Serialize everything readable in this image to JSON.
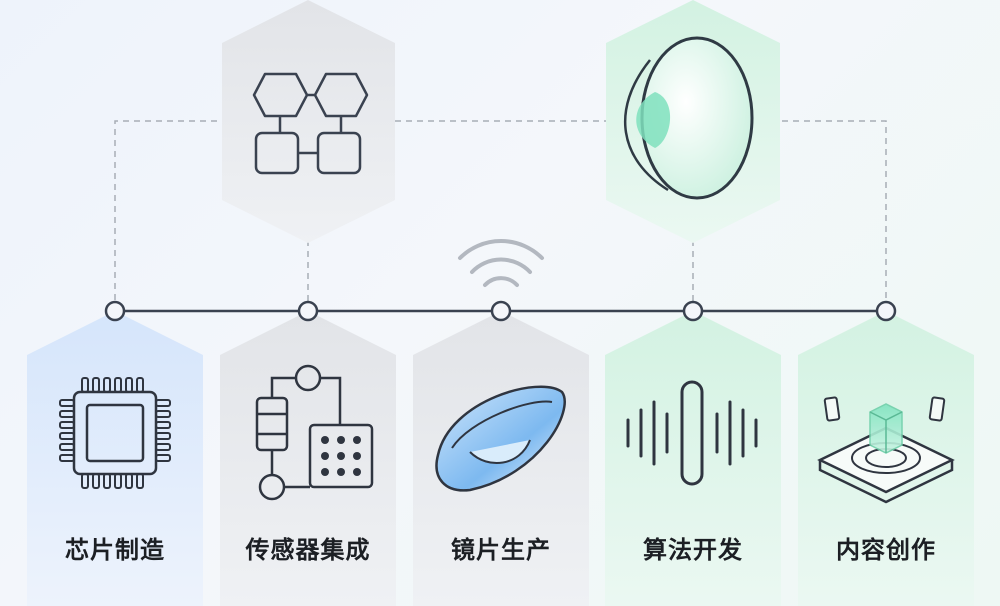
{
  "cards": [
    {
      "label": "芯片制造",
      "icon": "chip-icon",
      "tint": "#dbe8fb"
    },
    {
      "label": "传感器集成",
      "icon": "sensor-circuit-icon",
      "tint": "#e6e8ec"
    },
    {
      "label": "镜片生产",
      "icon": "lens-icon",
      "tint": "#e8eaee"
    },
    {
      "label": "算法开发",
      "icon": "waveform-icon",
      "tint": "#dcf3e8"
    },
    {
      "label": "内容创作",
      "icon": "hologram-platform-icon",
      "tint": "#dff5ea"
    }
  ],
  "top_nodes": [
    {
      "icon": "hexagon-network-icon",
      "tint": "#e4e6ea"
    },
    {
      "icon": "eye-lens-icon",
      "tint": "#d6f3e4"
    }
  ],
  "accent_icons": [
    "wireless-signal-icon"
  ],
  "colors": {
    "line": "#3a4250",
    "dash": "#a7adb6",
    "accent_blue": "#5aa6ef",
    "accent_green": "#4fd1a6"
  }
}
